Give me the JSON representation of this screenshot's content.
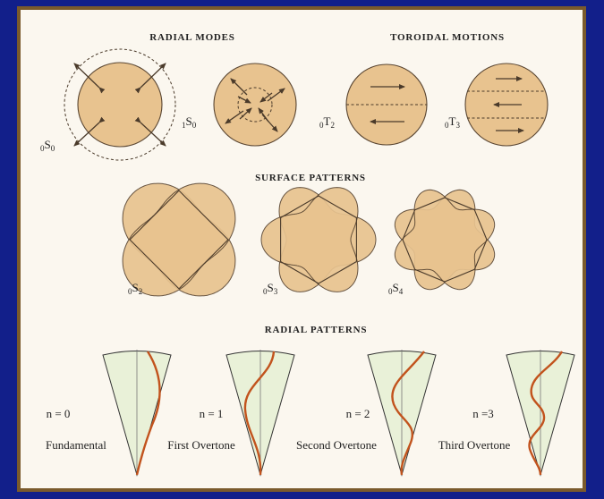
{
  "headings": {
    "radial_modes": "RADIAL MODES",
    "toroidal_motions": "TOROIDAL MOTIONS",
    "surface_patterns": "SURFACE PATTERNS",
    "radial_patterns": "RADIAL PATTERNS"
  },
  "modes": [
    {
      "pre": "0",
      "letter": "S",
      "post": "0"
    },
    {
      "pre": "1",
      "letter": "S",
      "post": "0"
    },
    {
      "pre": "0",
      "letter": "T",
      "post": "2"
    },
    {
      "pre": "0",
      "letter": "T",
      "post": "3"
    }
  ],
  "surface": [
    {
      "pre": "0",
      "letter": "S",
      "post": "2"
    },
    {
      "pre": "0",
      "letter": "S",
      "post": "3"
    },
    {
      "pre": "0",
      "letter": "S",
      "post": "4"
    }
  ],
  "radial": [
    {
      "n": "n = 0",
      "caption": "Fundamental"
    },
    {
      "n": "n = 1",
      "caption": "First Overtone"
    },
    {
      "n": "n = 2",
      "caption": "Second Overtone"
    },
    {
      "n": "n =3",
      "caption": "Third Overtone"
    }
  ],
  "colors": {
    "background": "#121f8a",
    "frame": "#7a5a2c",
    "panel": "#fbf7ef",
    "earth": "#e8c38f",
    "wedge": "#e9f1d8",
    "curve": "#c2531d"
  }
}
